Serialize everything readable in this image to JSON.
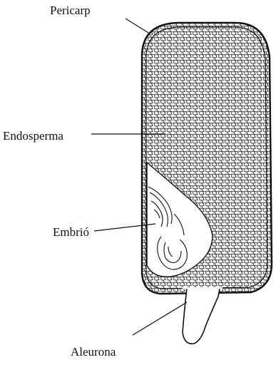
{
  "diagram": {
    "labels": {
      "pericarp": "Pericarp",
      "endosperma": "Endosperma",
      "embrio": "Embrió",
      "aleurona": "Aleurona"
    },
    "colors": {
      "ink": "#111111",
      "background": "#ffffff",
      "texture": "#3a3a3a"
    }
  }
}
